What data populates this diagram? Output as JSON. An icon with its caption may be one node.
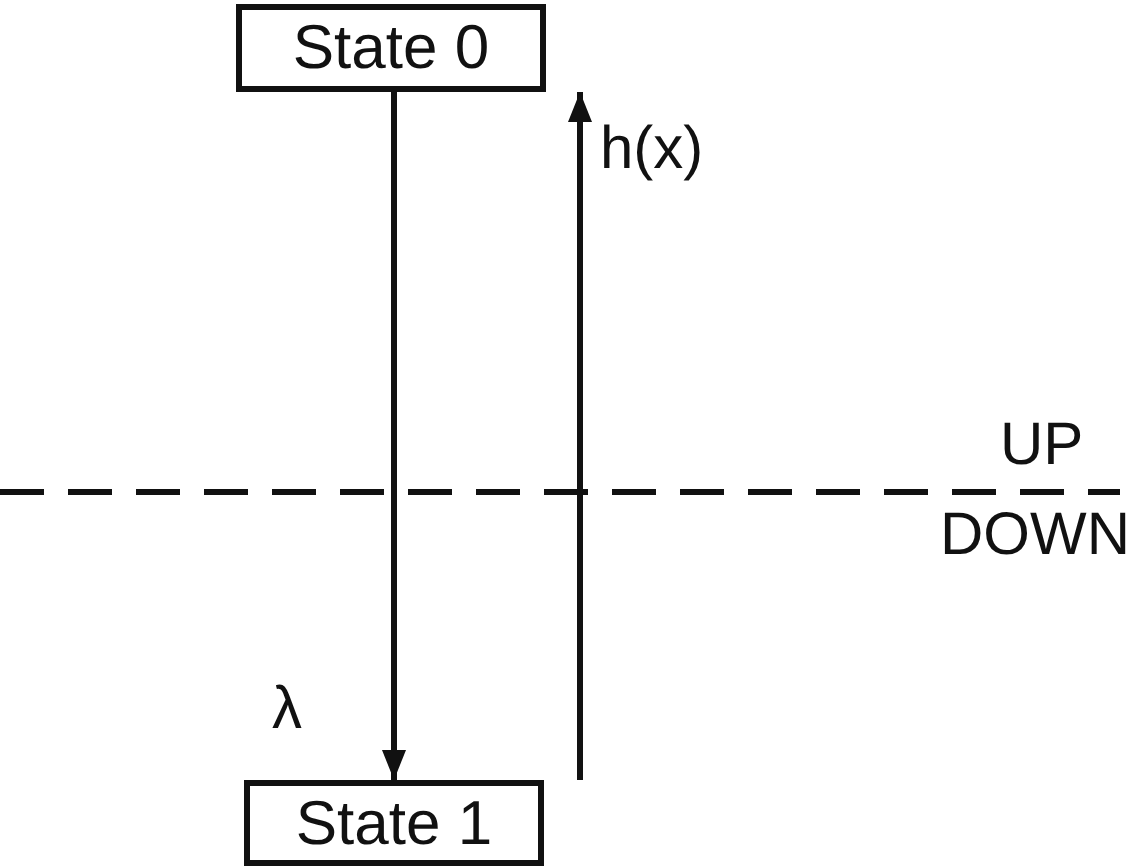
{
  "diagram": {
    "nodes": [
      {
        "text": [
          "State 0"
        ]
      },
      {
        "text": [
          "State 1"
        ]
      }
    ],
    "edges": [
      {
        "from": 0,
        "to": 1,
        "arrow": "to",
        "label": "λ"
      },
      {
        "from": 1,
        "to": 0,
        "arrow": "to",
        "label": "h(x)"
      }
    ],
    "labels": [
      "UP",
      "DOWN"
    ]
  }
}
